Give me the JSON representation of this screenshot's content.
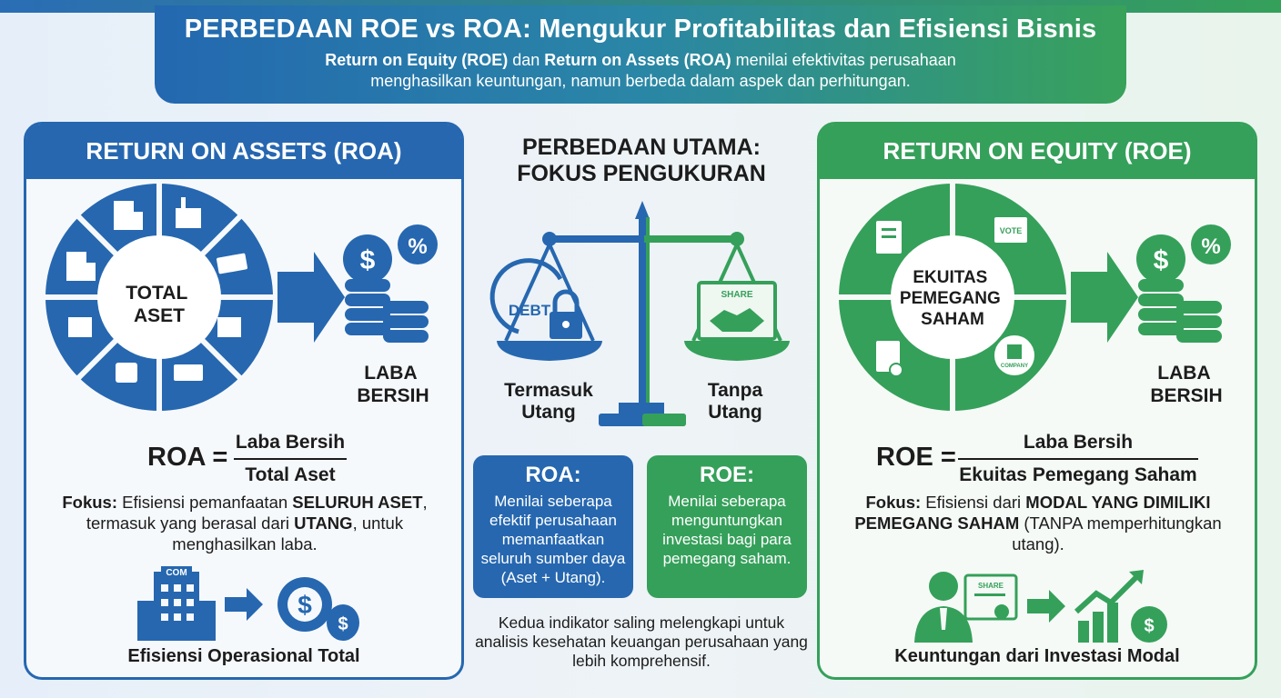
{
  "header": {
    "title": "PERBEDAAN ROE vs ROA: Mengukur Profitabilitas dan Efisiensi Bisnis",
    "sub_b1": "Return on Equity (ROE)",
    "sub_t1": " dan ",
    "sub_b2": "Return on Assets (ROA)",
    "sub_t2": " menilai efektivitas perusahaan menghasilkan keuntungan, namun berbeda dalam aspek dan perhitungan."
  },
  "roa": {
    "heading": "RETURN ON ASSETS (ROA)",
    "center_line1": "TOTAL",
    "center_line2": "ASET",
    "result_line1": "LABA",
    "result_line2": "BERSIH",
    "formula_lhs": "ROA =",
    "formula_num": "Laba Bersih",
    "formula_den": "Total Aset",
    "focus_label": "Fokus:",
    "focus_t1": " Efisiensi pemanfaatan ",
    "focus_b1": "SELURUH ASET",
    "focus_t2": ", termasuk yang berasal dari ",
    "focus_b2": "UTANG",
    "focus_t3": ", untuk menghasilkan laba.",
    "building_sign": "COM",
    "footer": "Efisiensi Operasional Total"
  },
  "roe": {
    "heading": "RETURN ON EQUITY (ROE)",
    "center_line1": "EKUITAS",
    "center_line2": "PEMEGANG",
    "center_line3": "SAHAM",
    "icon_vote": "VOTE",
    "icon_company": "COMPANY",
    "result_line1": "LABA",
    "result_line2": "BERSIH",
    "formula_lhs": "ROE =",
    "formula_num": "Laba Bersih",
    "formula_den": "Ekuitas Pemegang Saham",
    "focus_label": "Fokus:",
    "focus_t1": " Efisiensi dari ",
    "focus_b1": "MODAL YANG DIMILIKI PEMEGANG SAHAM",
    "focus_t2": " (TANPA memperhitungkan utang).",
    "cert_label": "SHARE",
    "footer": "Keuntungan dari Investasi Modal"
  },
  "middle": {
    "title_line1": "PERBEDAAN UTAMA:",
    "title_line2": "FOKUS PENGUKURAN",
    "debt_label": "DEBT",
    "share_label": "SHARE",
    "left_line1": "Termasuk",
    "left_line2": "Utang",
    "right_line1": "Tanpa",
    "right_line2": "Utang",
    "box_roa_title": "ROA:",
    "box_roa_desc": "Menilai seberapa efektif perusahaan memanfaatkan seluruh sumber daya (Aset + Utang).",
    "box_roe_title": "ROE:",
    "box_roe_desc": "Menilai seberapa menguntungkan investasi bagi para pemegang saham.",
    "closing": "Kedua indikator saling melengkapi untuk analisis kesehatan keuangan perusahaan yang lebih komprehensif."
  },
  "colors": {
    "blue": "#2667b0",
    "green": "#35a05a"
  }
}
